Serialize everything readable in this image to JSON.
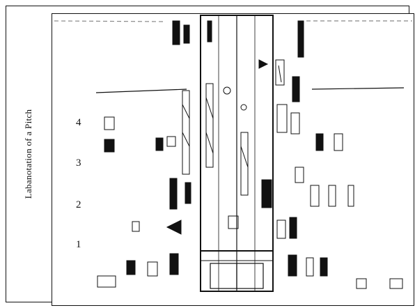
{
  "figure": {
    "side_title": "Labanotation of a Pitch",
    "level_numbers": [
      "4",
      "3",
      "2",
      "1"
    ]
  },
  "colors": {
    "ink": "#111111",
    "paper": "#ffffff"
  }
}
